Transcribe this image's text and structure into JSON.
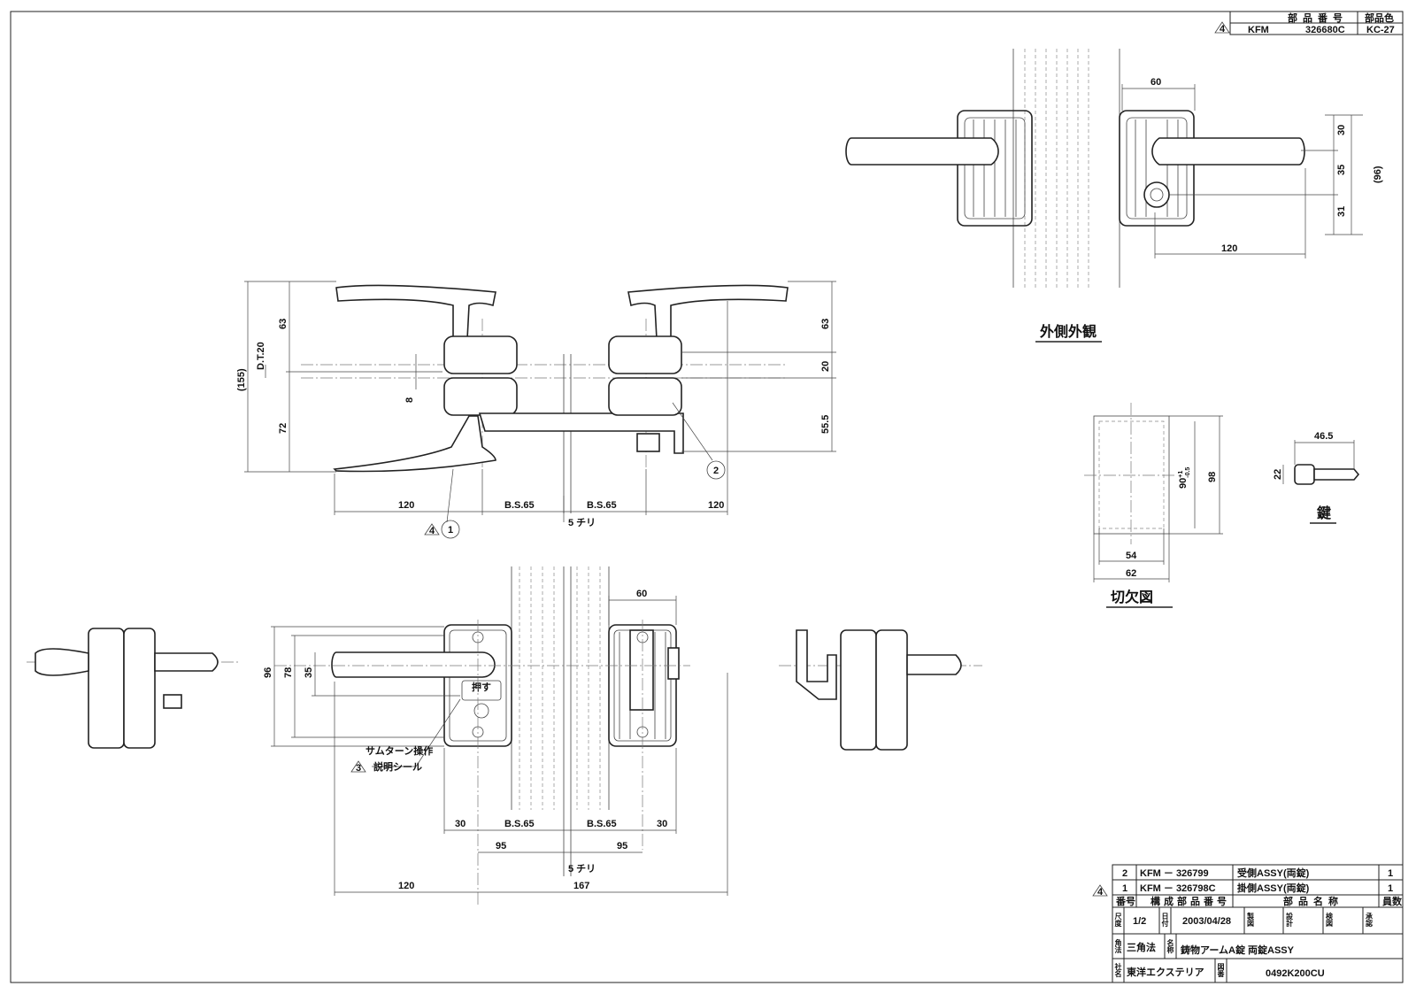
{
  "header_block": {
    "part_number_label": "部品番号",
    "part_color_label": "部品色",
    "revision_mark": "4",
    "maker_code": "KFM",
    "part_number": "326680C",
    "color": "KC-27"
  },
  "exterior_view": {
    "title": "外側外観",
    "dims": [
      "60",
      "30",
      "35",
      "31",
      "(96)",
      "120"
    ]
  },
  "front_view": {
    "dims_left": [
      "63",
      "D.T.20",
      "(155)",
      "8",
      "72"
    ],
    "dims_right": [
      "63",
      "20",
      "55.5"
    ],
    "dims_bottom": [
      "120",
      "B.S.65",
      "B.S.65",
      "120"
    ],
    "clearance": "5 チリ",
    "balloons": [
      "1",
      "2"
    ],
    "revision_mark": "4"
  },
  "cutout_view": {
    "title": "切欠図",
    "height_dim": "90",
    "tol_plus": "+1",
    "tol_minus": "-0.5",
    "outer_height": "98",
    "inner_width": "54",
    "outer_width": "62"
  },
  "key_view": {
    "title": "鍵",
    "length": "46.5",
    "height": "22"
  },
  "top_view": {
    "dims_left": [
      "96",
      "78",
      "35"
    ],
    "dim_top": "60",
    "dims_row1": [
      "30",
      "B.S.65",
      "B.S.65",
      "30"
    ],
    "dims_row2": [
      "95",
      "95"
    ],
    "clearance": "5 チリ",
    "dims_row3": [
      "120",
      "167"
    ],
    "sticker_label": "押す",
    "note_line1": "サムターン操作",
    "note_line2": "説明シール",
    "revision_mark": "3"
  },
  "parts_list": {
    "revision_mark": "4",
    "rows": [
      {
        "no": "2",
        "code": "KFM － 326799",
        "name": "受側ASSY(両錠)",
        "qty": "1"
      },
      {
        "no": "1",
        "code": "KFM － 326798C",
        "name": "掛側ASSY(両錠)",
        "qty": "1"
      }
    ],
    "headers": {
      "no": "番号",
      "code": "構成部品番号",
      "name": "部品名称",
      "qty": "員数"
    }
  },
  "title_block": {
    "scale_label": "尺度",
    "scale": "1/2",
    "date_label": "日付",
    "date": "2003/04/28",
    "drawn_label": "製図",
    "design_label": "設計",
    "check_label": "検図",
    "approve_label": "承認",
    "projection_label": "角法",
    "projection": "三角法",
    "name_label": "名称",
    "name": "鋳物アームA錠 両錠ASSY",
    "company_label": "社名",
    "company": "東洋エクステリア",
    "drawing_no_label": "図番",
    "drawing_no": "0492K200CU"
  }
}
